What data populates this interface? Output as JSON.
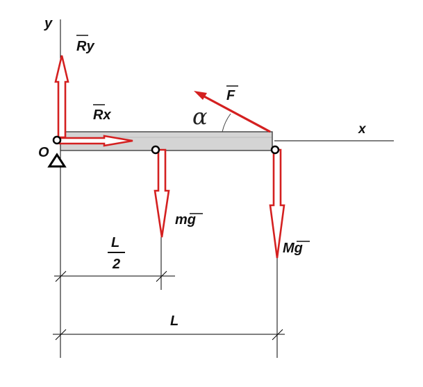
{
  "axes": {
    "x_label": "x",
    "y_label": "y",
    "origin_label": "O"
  },
  "forces": {
    "ry": "Ry",
    "rx": "Rx",
    "f": "F",
    "angle": "α",
    "mg": "mg",
    "big_mg": "Mg"
  },
  "dimensions": {
    "half_numerator": "L",
    "half_denominator": "2",
    "full_length": "L"
  },
  "colors": {
    "force_arrow": "#d42020",
    "beam_fill": "#d4d4d4",
    "line": "#000000"
  }
}
